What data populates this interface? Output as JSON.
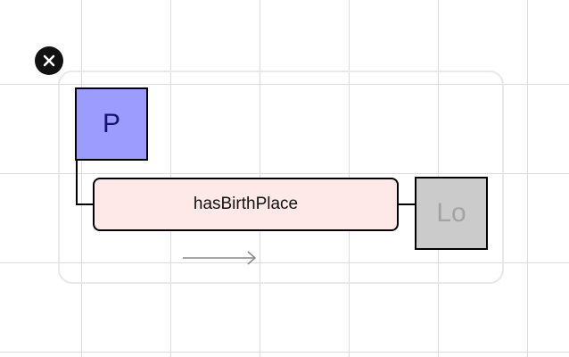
{
  "diagram": {
    "source_node": {
      "label": "P",
      "fill": "#9c9cff",
      "text_color": "#141470"
    },
    "target_node": {
      "label": "Lo",
      "fill": "#cbcbcb",
      "text_color": "#a3a3a3"
    },
    "relation": {
      "label": "hasBirthPlace",
      "fill": "#ffe8e8"
    },
    "direction": "left-to-right"
  },
  "icons": {
    "close": "close-icon",
    "direction_arrow": "arrow-right-icon"
  },
  "colors": {
    "grid": "#dcdcdc",
    "frame": "#e8e8e8",
    "close_button": "#111111",
    "arrow": "#888888"
  }
}
